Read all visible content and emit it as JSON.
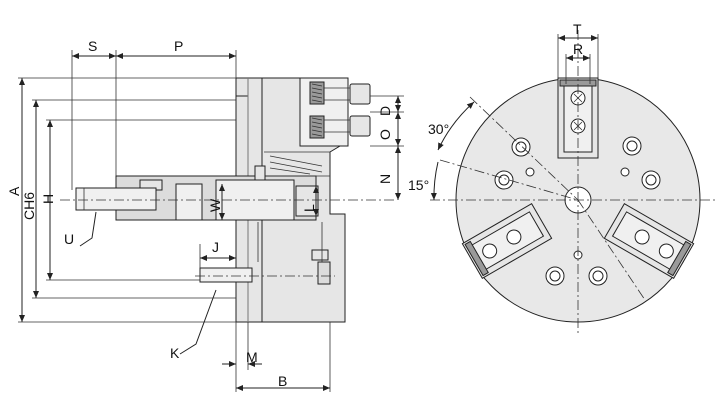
{
  "side_view": {
    "labels": {
      "S": "S",
      "P": "P",
      "A": "A",
      "CH6": "CH6",
      "H": "H",
      "U": "U",
      "J": "J",
      "K": "K",
      "M": "M",
      "B": "B",
      "W": "W",
      "L": "L",
      "N": "N",
      "O": "O",
      "D": "D"
    }
  },
  "front_view": {
    "labels": {
      "T": "T",
      "R": "R"
    },
    "angles": {
      "a30": "30°",
      "a15": "15°"
    }
  }
}
